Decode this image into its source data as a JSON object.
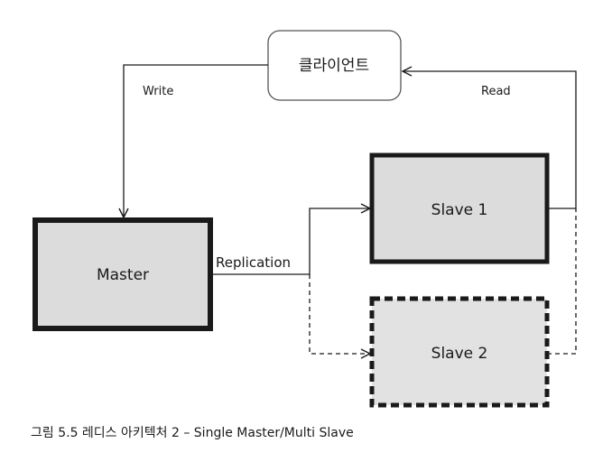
{
  "nodes": {
    "client": {
      "label": "클라이언트"
    },
    "master": {
      "label": "Master"
    },
    "slave1": {
      "label": "Slave 1"
    },
    "slave2": {
      "label": "Slave 2"
    }
  },
  "edges": {
    "write": {
      "label": "Write"
    },
    "read": {
      "label": "Read"
    },
    "replication": {
      "label": "Replication"
    }
  },
  "caption": "그림 5.5 레디스 아키텍처 2 – Single Master/Multi Slave",
  "colors": {
    "box_fill": "#dcdcdc",
    "client_fill": "#ffffff",
    "stroke": "#1a1a1a"
  }
}
